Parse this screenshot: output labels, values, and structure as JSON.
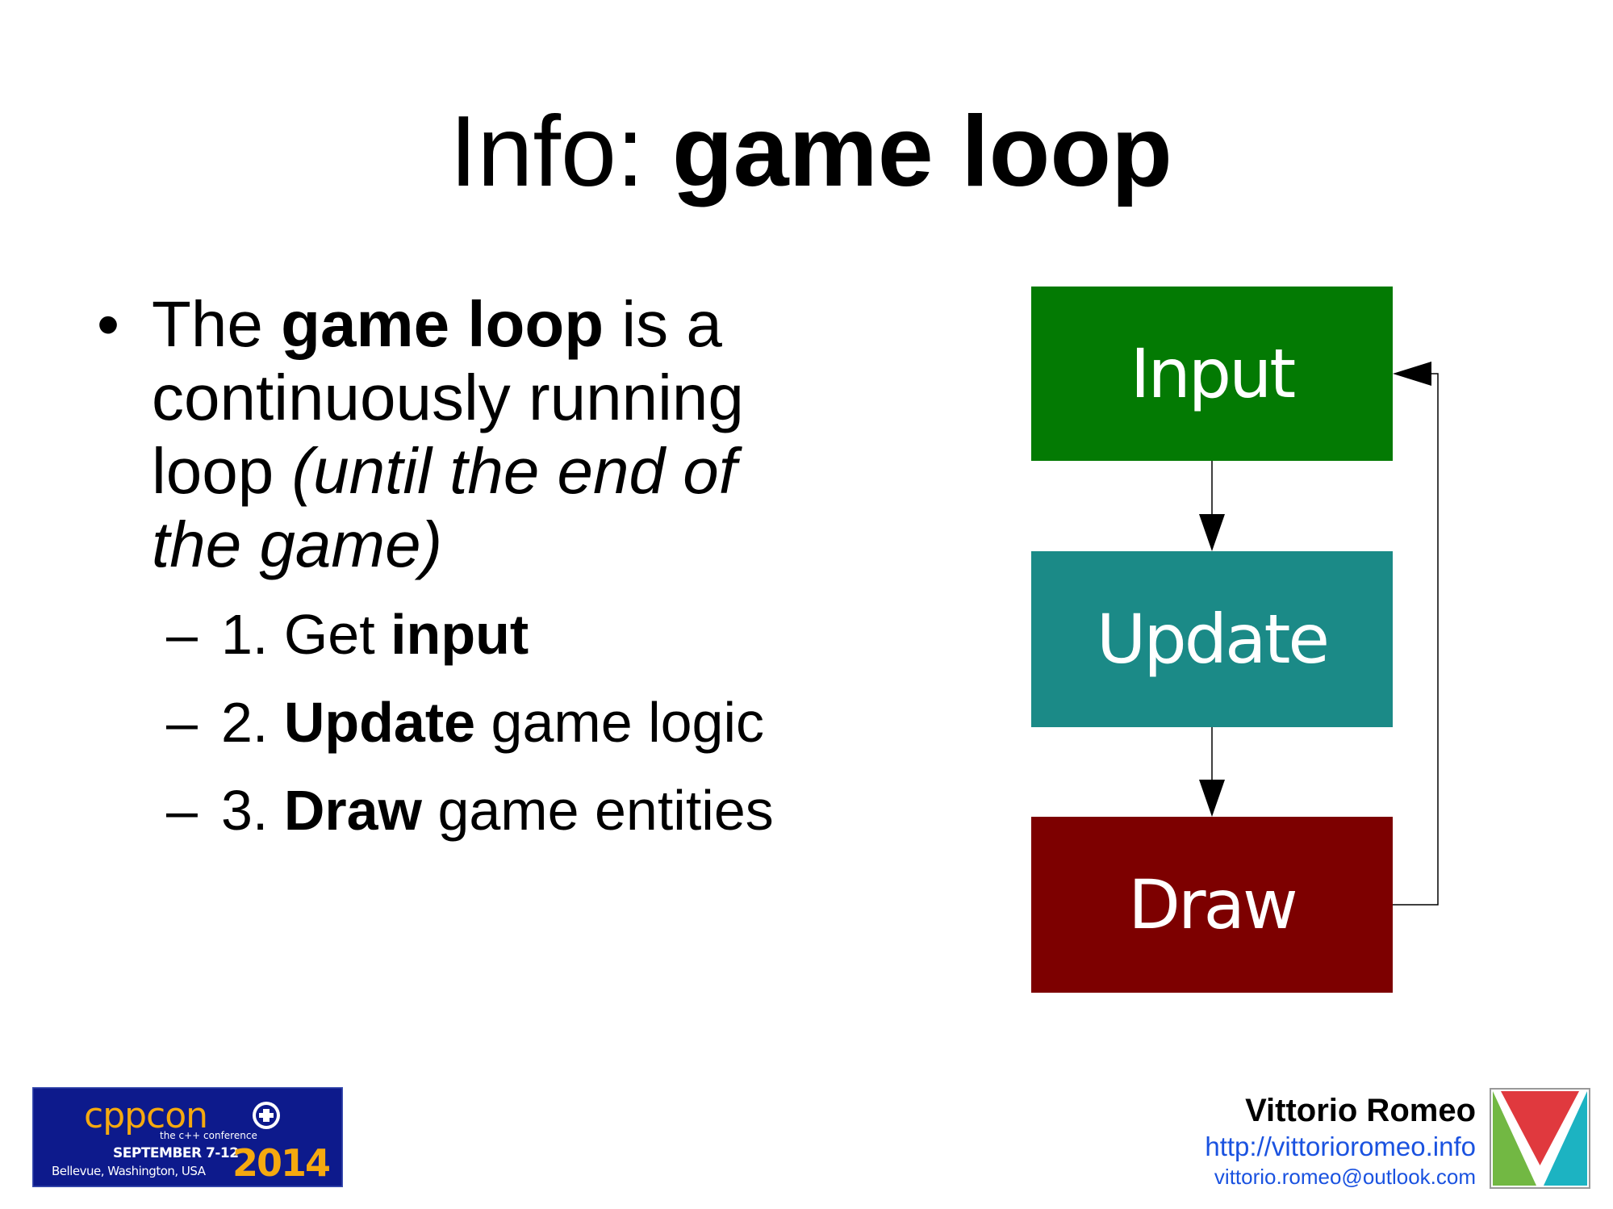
{
  "title": {
    "prefix": "Info: ",
    "emphasis": "game loop"
  },
  "bullet": {
    "text_1": "The ",
    "bold_1": "game loop",
    "text_2": " is a continuously running loop ",
    "italic": "(until the end of the game)"
  },
  "steps": [
    {
      "number": "1. ",
      "pre": "Get ",
      "bold": "input",
      "post": ""
    },
    {
      "number": "2. ",
      "pre": "",
      "bold": "Update",
      "post": " game logic"
    },
    {
      "number": "3. ",
      "pre": "",
      "bold": "Draw",
      "post": " game entities"
    }
  ],
  "diagram": {
    "nodes": [
      {
        "label": "Input",
        "color": "#037a03"
      },
      {
        "label": "Update",
        "color": "#1b8a87"
      },
      {
        "label": "Draw",
        "color": "#7d0000"
      }
    ],
    "edges": [
      {
        "from": "Input",
        "to": "Update"
      },
      {
        "from": "Update",
        "to": "Draw"
      },
      {
        "from": "Draw",
        "to": "Input"
      }
    ]
  },
  "conference_logo": {
    "name": "cppcon",
    "tagline": "the c++ conference",
    "dates": "SEPTEMBER 7-12",
    "location": "Bellevue, Washington, USA",
    "year": "2014",
    "bg_color": "#0d1a8c",
    "accent_color": "#f5a90f"
  },
  "author": {
    "name": "Vittorio Romeo",
    "url": "http://vittorioromeo.info",
    "email": "vittorio.romeo@outlook.com"
  },
  "v_logo_colors": {
    "left": "#72b843",
    "right": "#1cb3c2",
    "center": "#e0393e"
  }
}
